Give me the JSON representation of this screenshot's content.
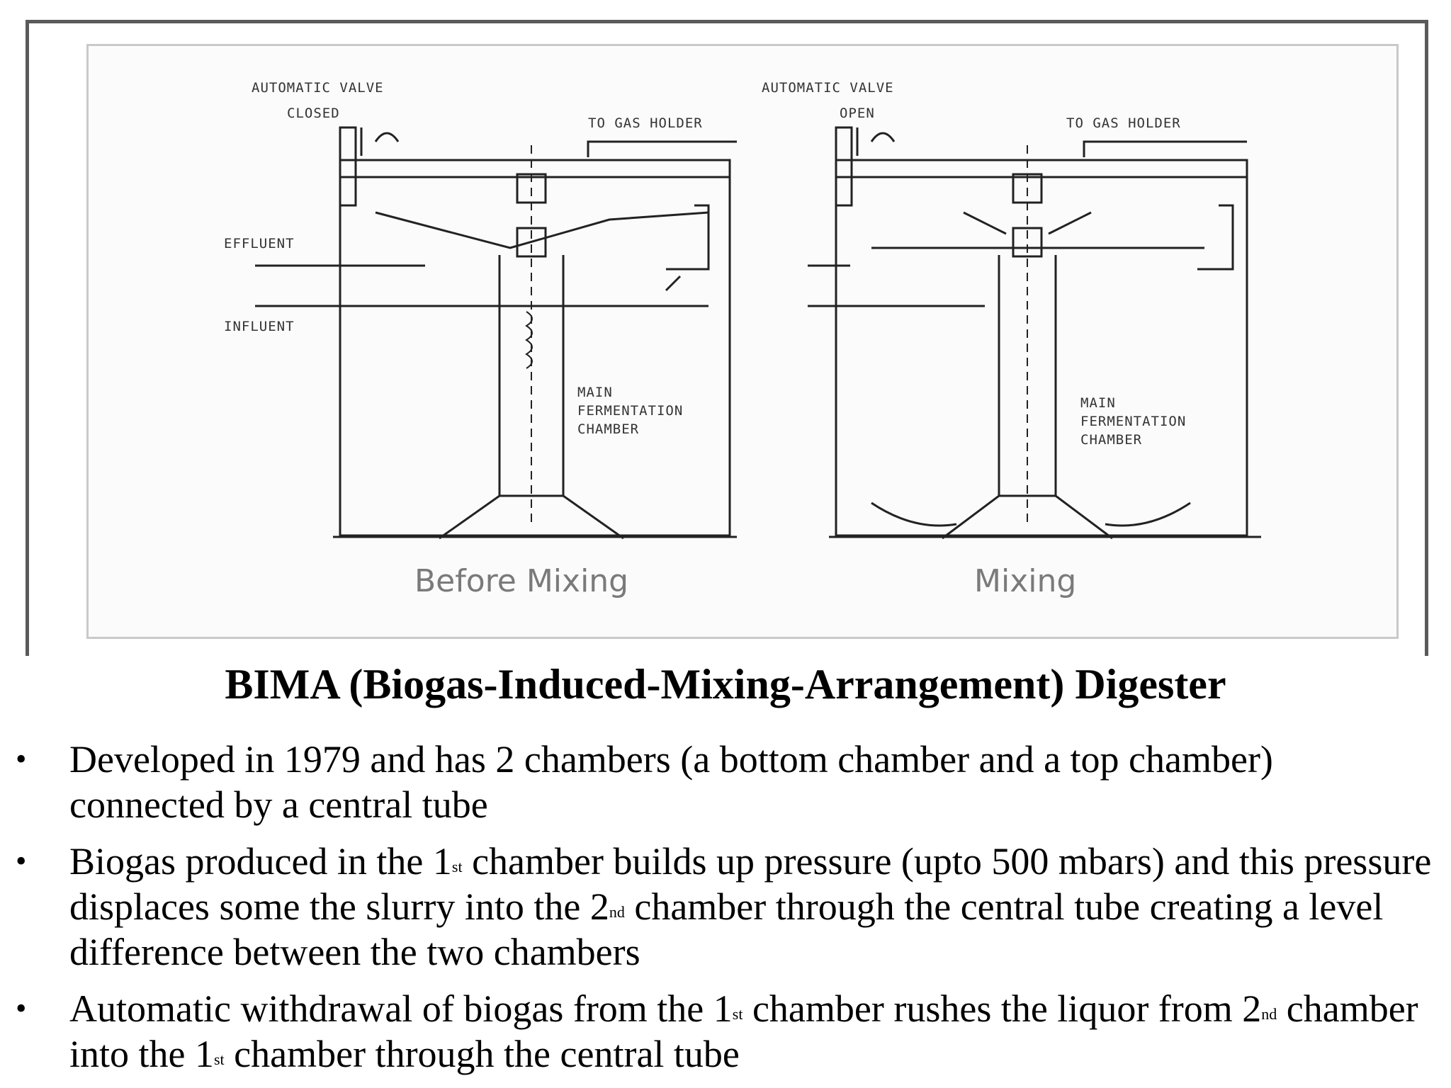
{
  "diagram": {
    "left": {
      "valve_label": "AUTOMATIC VALVE",
      "valve_state": "CLOSED",
      "gas_label": "TO GAS HOLDER",
      "effluent": "EFFLUENT",
      "influent": "INFLUENT",
      "chamber_lines": [
        "MAIN",
        "FERMENTATION",
        "CHAMBER"
      ],
      "caption": "Before Mixing"
    },
    "right": {
      "valve_label": "AUTOMATIC VALVE",
      "valve_state": "OPEN",
      "gas_label": "TO GAS HOLDER",
      "chamber_lines": [
        "MAIN",
        "FERMENTATION",
        "CHAMBER"
      ],
      "caption": "Mixing"
    }
  },
  "title": "BIMA (Biogas-Induced-Mixing-Arrangement) Digester",
  "bullets": [
    {
      "parts": [
        "Developed in 1979 and has 2 chambers (a bottom chamber and a top chamber) connected by a central tube"
      ]
    },
    {
      "parts": [
        "Biogas produced in the 1",
        "st",
        " chamber builds up pressure (upto 500 mbars) and this pressure displaces some the slurry into the 2",
        "nd",
        " chamber through the central tube creating a level difference between the two chambers"
      ]
    },
    {
      "parts": [
        "Automatic withdrawal of biogas from the 1",
        "st",
        " chamber rushes the liquor from 2",
        "nd",
        " chamber into the 1",
        "st",
        " chamber through the central tube"
      ]
    }
  ]
}
